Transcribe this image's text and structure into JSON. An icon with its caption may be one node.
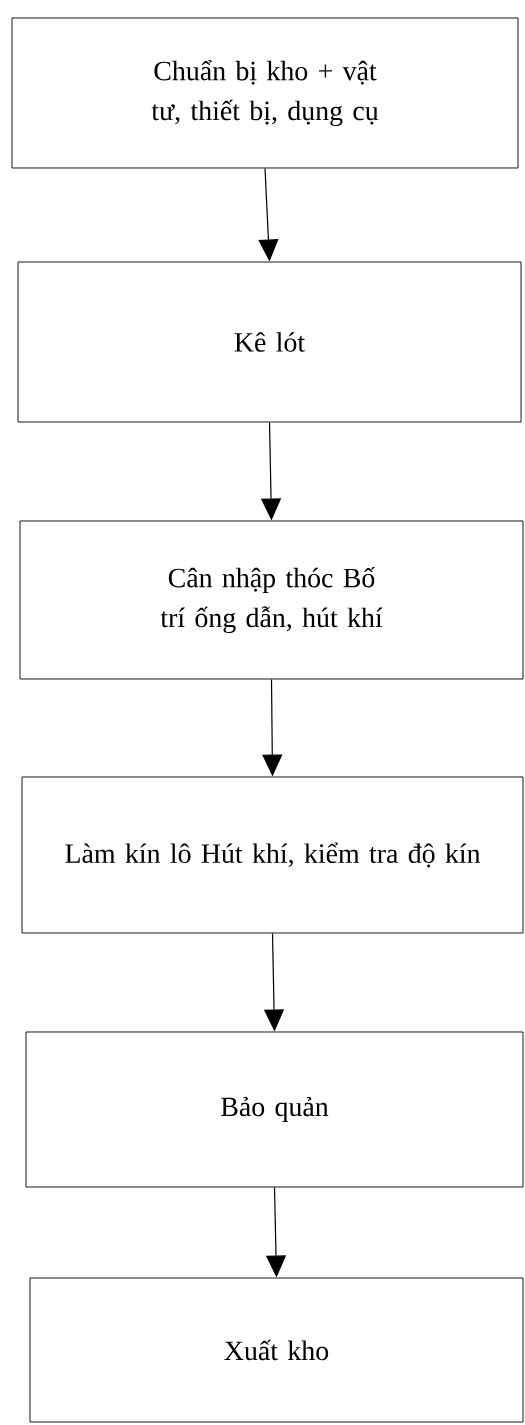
{
  "diagram": {
    "nodes": [
      {
        "text": [
          "Chuẩn bị kho + vật tư, thiết bị, dụng cụ"
        ]
      },
      {
        "text": [
          "Kê lót"
        ]
      },
      {
        "text": [
          "Cân nhập thóc Bố trí ống dẫn, hút khí"
        ]
      },
      {
        "text": [
          "Làm kín lô Hút khí, kiểm tra độ kín"
        ]
      },
      {
        "text": [
          "Bảo quản"
        ]
      },
      {
        "text": [
          "Xuất kho"
        ]
      }
    ],
    "edges": [
      {
        "from": 0,
        "to": 1,
        "arrow": "to"
      },
      {
        "from": 1,
        "to": 2,
        "arrow": "to"
      },
      {
        "from": 2,
        "to": 3,
        "arrow": "to"
      },
      {
        "from": 3,
        "to": 4,
        "arrow": "to"
      },
      {
        "from": 4,
        "to": 5,
        "arrow": "to"
      }
    ]
  }
}
